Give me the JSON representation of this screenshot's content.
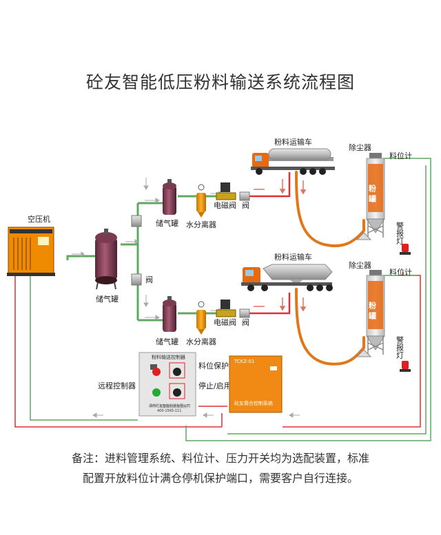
{
  "title": "砼友智能低压粉料输送系统流程图",
  "labels": {
    "compressor": "空压机",
    "main_tank": "储气罐",
    "valve_main": "阀",
    "tank_top": "储气罐",
    "separator_top": "水分离器",
    "solenoid_top": "电磁阀",
    "valve_top": "阀",
    "truck_top": "粉料运输车",
    "tank_bottom": "储气罐",
    "separator_bottom": "水分离器",
    "solenoid_bottom": "电磁阀",
    "valve_bottom": "阀",
    "truck_bottom": "粉料运输车",
    "dust_top": "除尘器",
    "level_top": "料位计",
    "silo_text_top": "粉罐",
    "alarm_top": "警报灯",
    "dust_bottom": "除尘器",
    "level_bottom": "料位计",
    "silo_text_bottom": "粉罐",
    "alarm_bottom": "警报灯",
    "remote": "远程控制器",
    "remote_panel": "粉料输送控制器",
    "remote_btn1": "料位保护",
    "remote_btn2": "停止/启用",
    "remote_company": "湖南砼友智能科技有限公司",
    "remote_phone": "400-1565-111",
    "cabinet_code": "TCKZ-01",
    "cabinet_name": "砼友筒仓控制系统"
  },
  "note_line1": "备注：进料管理系统、料位计、压力开关均为选配装置，标准",
  "note_line2": "配置开放料位计满仓停机保护端口，需要客户自行连接。"
}
